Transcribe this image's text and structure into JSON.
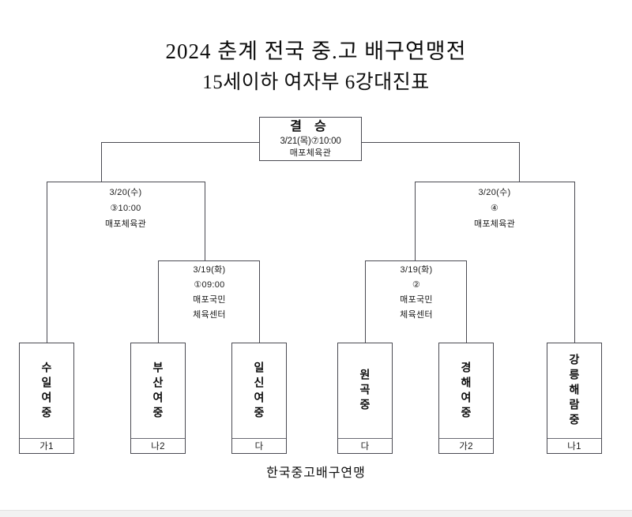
{
  "header": {
    "title_line1": "2024 춘계 전국 중.고 배구연맹전",
    "title_line2": "15세이하 여자부 6강대진표"
  },
  "final": {
    "label": "결 승",
    "datetime": "3/21(목)⑦10:00",
    "venue": "매포체육관"
  },
  "semifinals": {
    "left": {
      "date": "3/20(수)",
      "match": "③10:00",
      "venue": "매포체육관"
    },
    "right": {
      "date": "3/20(수)",
      "match": "④",
      "venue": "매포체육관"
    }
  },
  "quarterfinals": {
    "left": {
      "date": "3/19(화)",
      "match": "①09:00",
      "venue_line1": "매포국민",
      "venue_line2": "체육센터"
    },
    "right": {
      "date": "3/19(화)",
      "match": "②",
      "venue_line1": "매포국민",
      "venue_line2": "체육센터"
    }
  },
  "teams": [
    {
      "name": "수일여중",
      "seed": "가1"
    },
    {
      "name": "부산여중",
      "seed": "나2"
    },
    {
      "name": "일신여중",
      "seed": "다"
    },
    {
      "name": "원곡중",
      "seed": "다"
    },
    {
      "name": "경해여중",
      "seed": "가2"
    },
    {
      "name": "강릉해람중",
      "seed": "나1"
    }
  ],
  "footer": {
    "organization": "한국중고배구연맹"
  },
  "colors": {
    "line": "#4a4a52",
    "text": "#1a1a1a",
    "background": "#ffffff"
  }
}
